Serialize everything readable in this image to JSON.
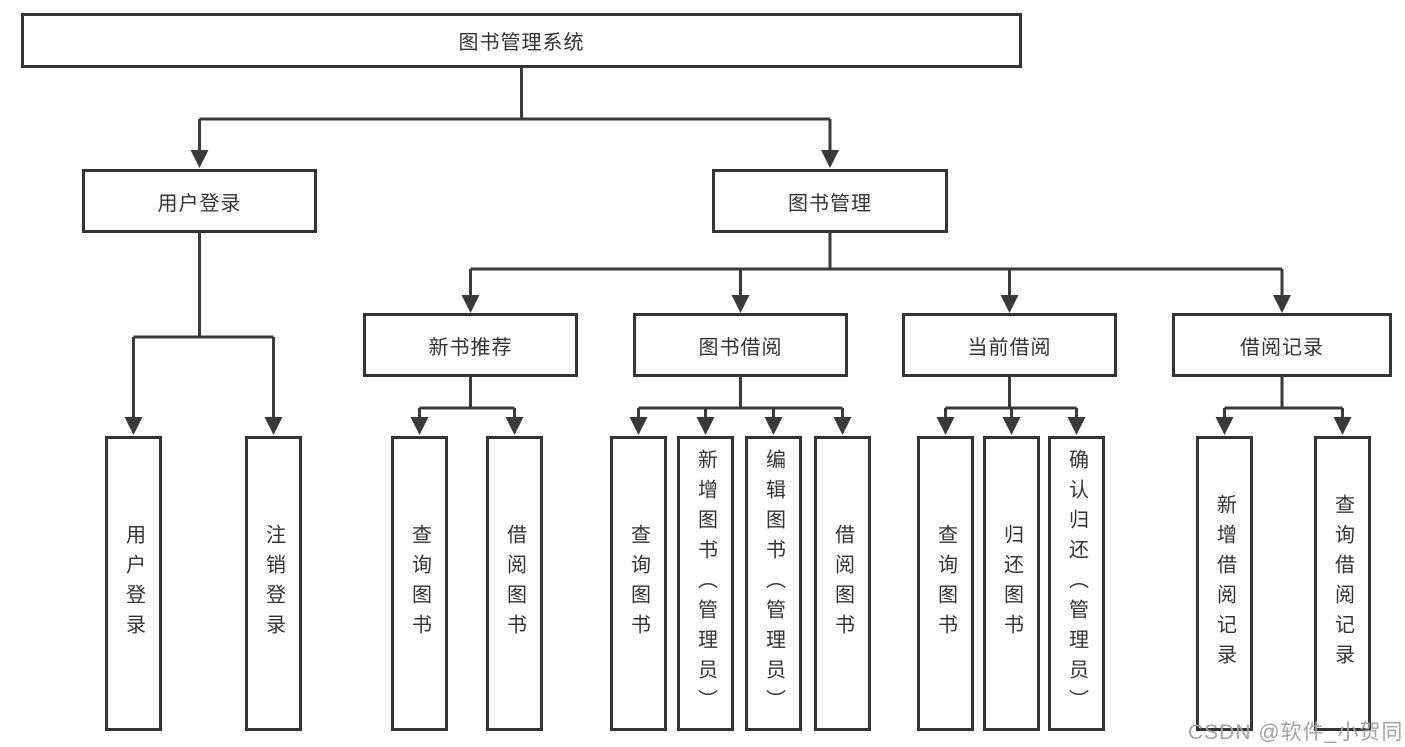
{
  "tree": {
    "root": "图书管理系统",
    "branches": [
      {
        "label": "用户登录",
        "leaves": [
          "用户登录",
          "注销登录"
        ]
      },
      {
        "label": "图书管理",
        "children": [
          {
            "label": "新书推荐",
            "leaves": [
              "查询图书",
              "借阅图书"
            ]
          },
          {
            "label": "图书借阅",
            "leaves": [
              "查询图书",
              "新增图书（管理员）",
              "编辑图书（管理员）",
              "借阅图书"
            ]
          },
          {
            "label": "当前借阅",
            "leaves": [
              "查询图书",
              "归还图书",
              "确认归还（管理员）"
            ]
          },
          {
            "label": "借阅记录",
            "leaves": [
              "新增借阅记录",
              "查询借阅记录"
            ]
          }
        ]
      }
    ]
  },
  "watermark": "CSDN @软件_小贺同学",
  "colors": {
    "line": "#3a3a3a",
    "border": "#333333",
    "text": "#333333",
    "watermark": "#a3a3a3"
  }
}
